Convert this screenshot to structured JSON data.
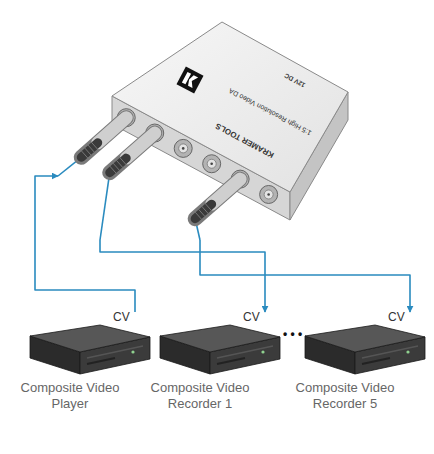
{
  "diagram": {
    "nodes": [
      {
        "text": [
          "KRAMER TOOLS",
          "1:5 High Resolution Video DA",
          "12V DC"
        ]
      },
      {
        "text": [
          "CV",
          "Composite Video Player"
        ]
      },
      {
        "text": [
          "CV",
          "Composite Video Recorder 1"
        ]
      },
      {
        "text": [
          "CV",
          "Composite Video Recorder 5"
        ]
      }
    ],
    "edges": [
      {
        "from": 1,
        "to": 0,
        "arrow": "to"
      },
      {
        "from": 0,
        "to": 2,
        "arrow": "to"
      },
      {
        "from": 0,
        "to": 3,
        "arrow": "to"
      }
    ],
    "labels": [
      "• • •"
    ]
  }
}
